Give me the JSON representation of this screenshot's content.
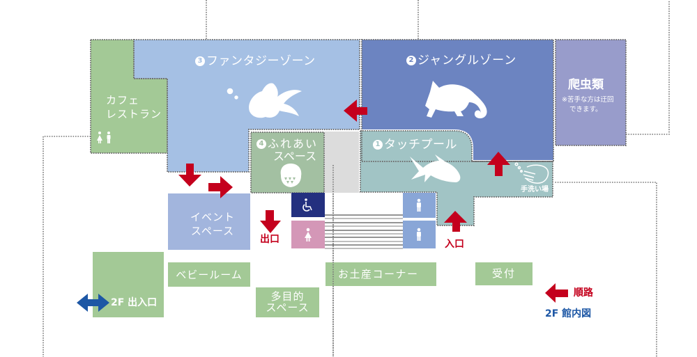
{
  "colors": {
    "cafe": "#a3c996",
    "fantasy": "#a5c0e4",
    "jungle": "#6c84c1",
    "reptile": "#989ccb",
    "touch_pool": "#a1c4c5",
    "fureai": "#a3c0a2",
    "passage_gray": "#dcdcdc",
    "event_space": "#a2b5dd",
    "facility_green": "#a3c996",
    "wheelchair_wc": "#23307f",
    "female_wc": "#d497b7",
    "male_wc": "#89a6d7",
    "route_red": "#c4001d",
    "entrance_blue": "#1d57a5",
    "outline": "#6f6f6f"
  },
  "zones": {
    "fantasy": {
      "number": "3",
      "name": "ファンタジーゾーン"
    },
    "jungle": {
      "number": "2",
      "name": "ジャングルゾーン"
    },
    "touch_pool": {
      "number": "1",
      "name": "タッチプール"
    },
    "fureai": {
      "number": "4",
      "line1": "ふれあい",
      "line2": "スペース"
    },
    "reptile": {
      "name": "爬虫類",
      "note_line1": "※苦手な方は迂回",
      "note_line2": "できます。"
    }
  },
  "facilities": {
    "cafe": {
      "line1": "カフェ",
      "line2": "レストラン"
    },
    "handwash": "手洗い場",
    "event_space": {
      "line1": "イベント",
      "line2": "スペース"
    },
    "baby_room": "ベビールーム",
    "multipurpose": {
      "line1": "多目的",
      "line2": "スペース"
    },
    "souvenir": "お土産コーナー",
    "reception": "受付",
    "entrance_2f": "2F 出入口"
  },
  "signs": {
    "exit": "出口",
    "entrance": "入口"
  },
  "legend": {
    "route": "順路",
    "title": "2F 館内図"
  },
  "icons": [
    "goldfish-icon",
    "chameleon-icon",
    "fish-icon",
    "seal-face-icon",
    "hand-wash-icon",
    "restroom-female-icon",
    "restroom-male-icon",
    "wheelchair-icon",
    "route-arrow-icon",
    "double-arrow-icon"
  ]
}
